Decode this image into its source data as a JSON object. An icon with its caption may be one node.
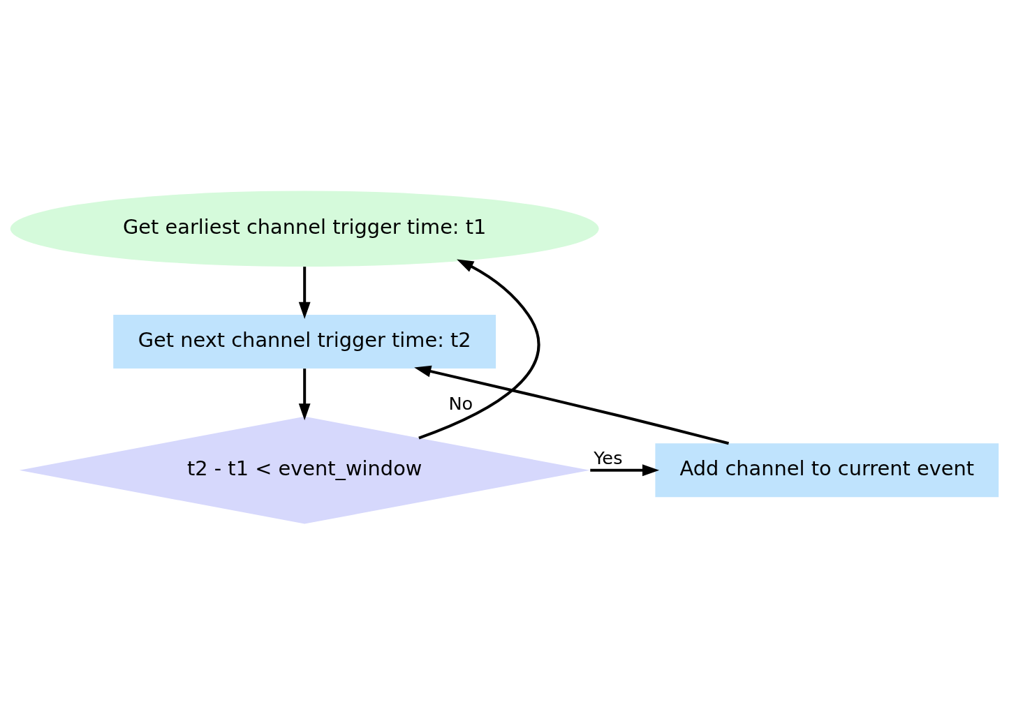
{
  "diagram": {
    "nodes": [
      {
        "text": [
          "Get earliest channel trigger time: t1"
        ]
      },
      {
        "text": [
          "Get next channel trigger time: t2"
        ]
      },
      {
        "text": [
          "t2 - t1 < event_window"
        ]
      },
      {
        "text": [
          "Add channel to current event"
        ]
      }
    ],
    "edges": [
      {
        "from": 0,
        "to": 1,
        "arrow": "to"
      },
      {
        "from": 1,
        "to": 2,
        "arrow": "to"
      },
      {
        "from": 2,
        "to": 3,
        "arrow": "to",
        "label": "Yes"
      },
      {
        "from": 3,
        "to": 1,
        "arrow": "to"
      },
      {
        "from": 2,
        "to": 0,
        "arrow": "to",
        "label": "No"
      }
    ]
  }
}
